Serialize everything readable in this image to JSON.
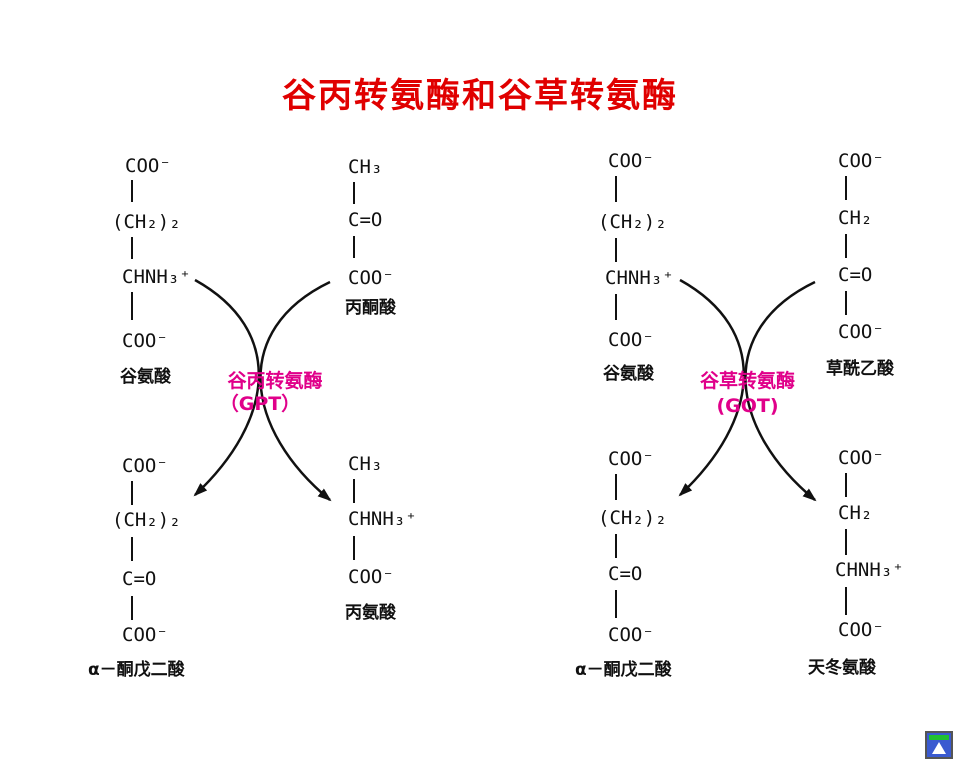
{
  "title": "谷丙转氨酶和谷草转氨酶",
  "colors": {
    "title": "#e00000",
    "enzyme": "#e0008a",
    "text": "#111111"
  },
  "left": {
    "glutamate": {
      "coo_top": "COO⁻",
      "ch2": "(CH₂)₂",
      "chnh3": "CHNH₃⁺",
      "coo_bottom": "COO⁻",
      "name": "谷氨酸"
    },
    "pyruvate": {
      "ch3": "CH₃",
      "co": "C=O",
      "coo": "COO⁻",
      "name": "丙酮酸"
    },
    "enzyme": {
      "name": "谷丙转氨酶",
      "abbr": "（GPT）"
    },
    "ketoglutarate": {
      "coo_top": "COO⁻",
      "ch2": "(CH₂)₂",
      "co": "C=O",
      "coo_bottom": "COO⁻",
      "name": "α－酮戊二酸"
    },
    "alanine": {
      "ch3": "CH₃",
      "chnh3": "CHNH₃⁺",
      "coo": "COO⁻",
      "name": "丙氨酸"
    }
  },
  "right": {
    "glutamate": {
      "coo_top": "COO⁻",
      "ch2": "(CH₂)₂",
      "chnh3": "CHNH₃⁺",
      "coo_bottom": "COO⁻",
      "name": "谷氨酸"
    },
    "oxaloacetate": {
      "coo_top": "COO⁻",
      "ch2": "CH₂",
      "co": "C=O",
      "coo_bottom": "COO⁻",
      "name": "草酰乙酸"
    },
    "enzyme": {
      "name": "谷草转氨酶",
      "abbr": "(GOT)"
    },
    "ketoglutarate": {
      "coo_top": "COO⁻",
      "ch2": "(CH₂)₂",
      "co": "C=O",
      "coo_bottom": "COO⁻",
      "name": "α－酮戊二酸"
    },
    "aspartate": {
      "coo_top": "COO⁻",
      "ch2": "CH₂",
      "chnh3": "CHNH₃⁺",
      "coo_bottom": "COO⁻",
      "name": "天冬氨酸"
    }
  },
  "nav": {
    "icon": "nav-up-icon"
  }
}
